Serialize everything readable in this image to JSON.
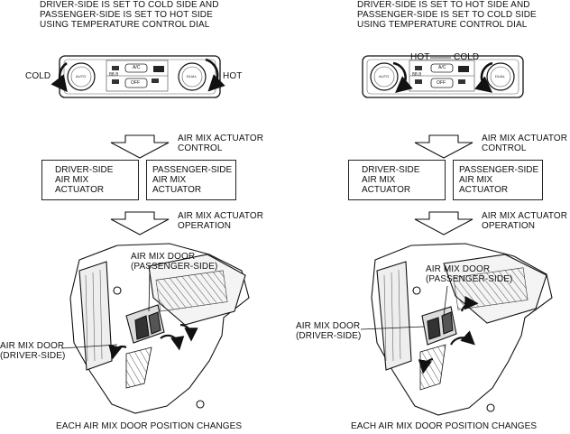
{
  "left": {
    "heading": "DRIVER-SIDE IS SET TO COLD SIDE AND\nPASSENGER-SIDE IS SET TO HOT SIDE\nUSING TEMPERATURE CONTROL DIAL",
    "dial_label_left": "COLD",
    "dial_label_right": "HOT",
    "step1_label": "AIR MIX ACTUATOR\nCONTROL",
    "driver_box": "DRIVER-SIDE\nAIR MIX\nACTUATOR",
    "passenger_box": "PASSENGER-SIDE\nAIR MIX\nACTUATOR",
    "step2_label": "AIR MIX ACTUATOR\nOPERATION",
    "door_passenger": "AIR MIX DOOR\n(PASSENGER-SIDE)",
    "door_driver": "AIR MIX DOOR\n(DRIVER-SIDE)",
    "footer": "EACH AIR MIX DOOR POSITION CHANGES"
  },
  "right": {
    "heading": "DRIVER-SIDE IS SET TO HOT SIDE AND\nPASSENGER-SIDE IS SET TO COLD SIDE\nUSING TEMPERATURE CONTROL DIAL",
    "dial_label_left": "HOT",
    "dial_label_right": "COLD",
    "step1_label": "AIR MIX ACTUATOR\nCONTROL",
    "driver_box": "DRIVER-SIDE\nAIR MIX\nACTUATOR",
    "passenger_box": "PASSENGER-SIDE\nAIR MIX\nACTUATOR",
    "step2_label": "AIR MIX ACTUATOR\nOPERATION",
    "door_passenger": "AIR MIX DOOR\n(PASSENGER-SIDE)",
    "door_driver": "AIR MIX DOOR\n(DRIVER-SIDE)",
    "footer": "EACH AIR MIX DOOR POSITION CHANGES"
  },
  "panel": {
    "dial_left_text": "AUTO",
    "dial_right_text": "DUAL",
    "center_top": "A/C",
    "center_bottom": "OFF",
    "temp_readout": "88.8"
  }
}
